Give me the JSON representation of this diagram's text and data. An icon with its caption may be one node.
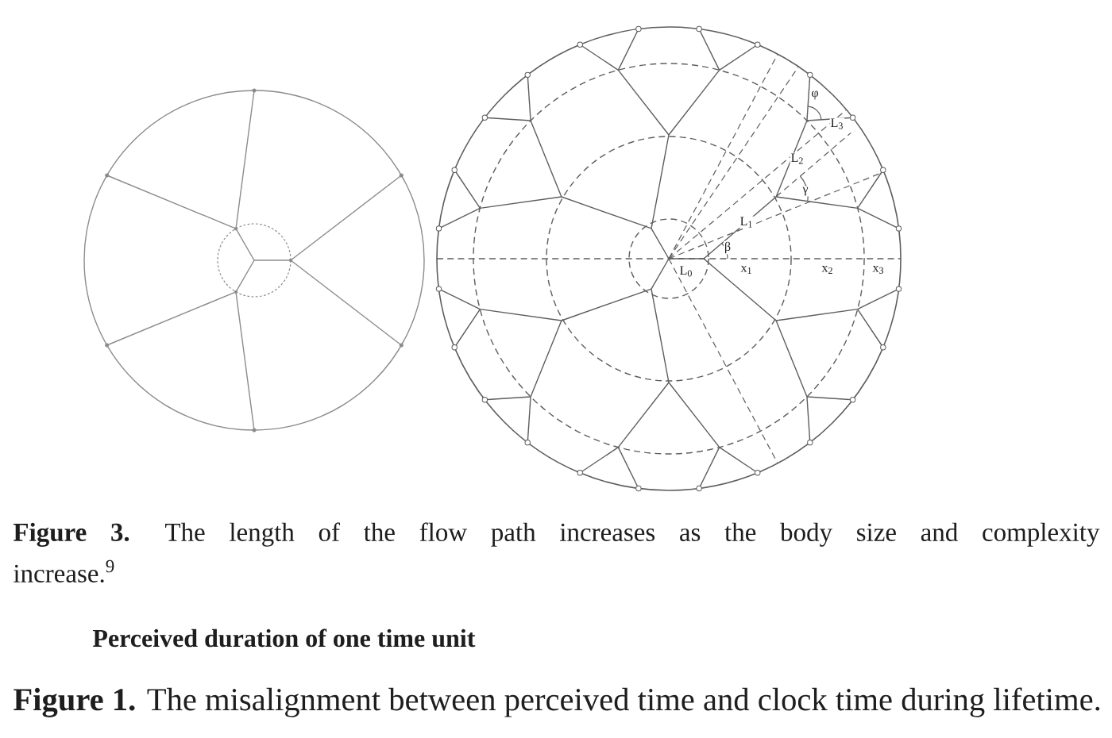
{
  "diagram": {
    "caption": "**Figure 3.** The length of the flow path increases as the body size and complexity increase.$^{9}$",
    "labels": [
      "φ",
      "L$_{3}$",
      "L$_{2}$",
      "γ",
      "L$_{1}$",
      "β",
      "L$_{0}$",
      "x$_{1}$",
      "x$_{2}$",
      "x$_{3}$",
      "Perceived duration of one time unit",
      "**Figure 1.** The misalignment between perceived time and clock time during lifetime."
    ]
  }
}
